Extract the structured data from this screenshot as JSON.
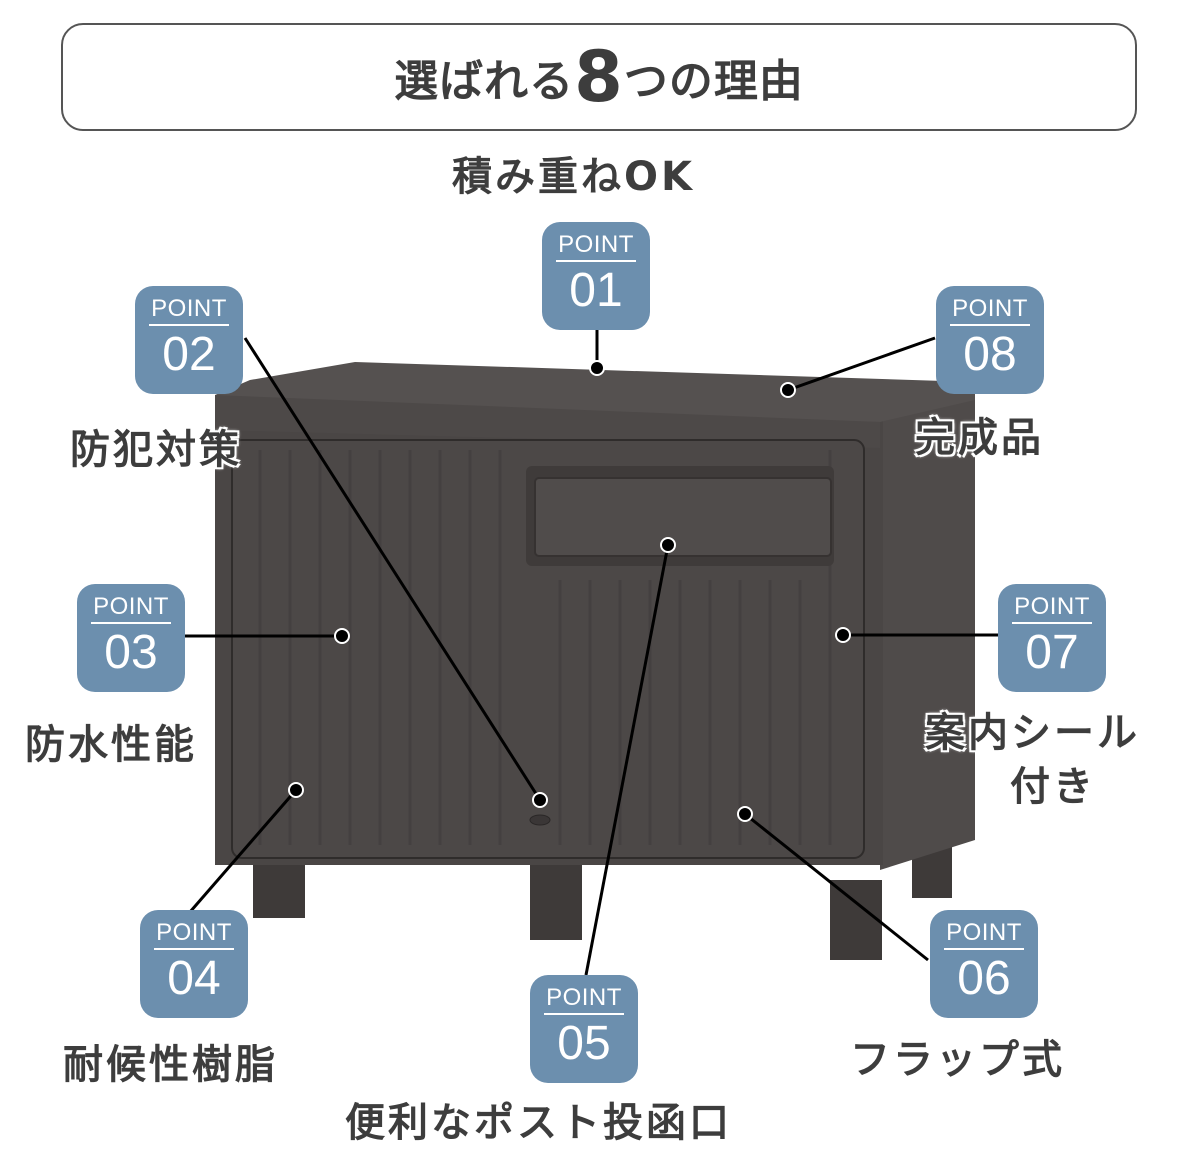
{
  "header": {
    "title_prefix": "選ばれる",
    "title_number": "8",
    "title_suffix": "つの理由"
  },
  "badge_label": "POINT",
  "points": [
    {
      "number": "01",
      "label": "積み重ねOK"
    },
    {
      "number": "02",
      "label": "防犯対策"
    },
    {
      "number": "03",
      "label": "防水性能"
    },
    {
      "number": "04",
      "label": "耐候性樹脂"
    },
    {
      "number": "05",
      "label": "便利なポスト投函口"
    },
    {
      "number": "06",
      "label": "フラップ式"
    },
    {
      "number": "07",
      "label": "案内シール",
      "label_line2": "付き"
    },
    {
      "number": "08",
      "label": "完成品"
    }
  ],
  "colors": {
    "badge": "#6c8fae",
    "text": "#3d3d3d",
    "product": "#4a4645"
  }
}
